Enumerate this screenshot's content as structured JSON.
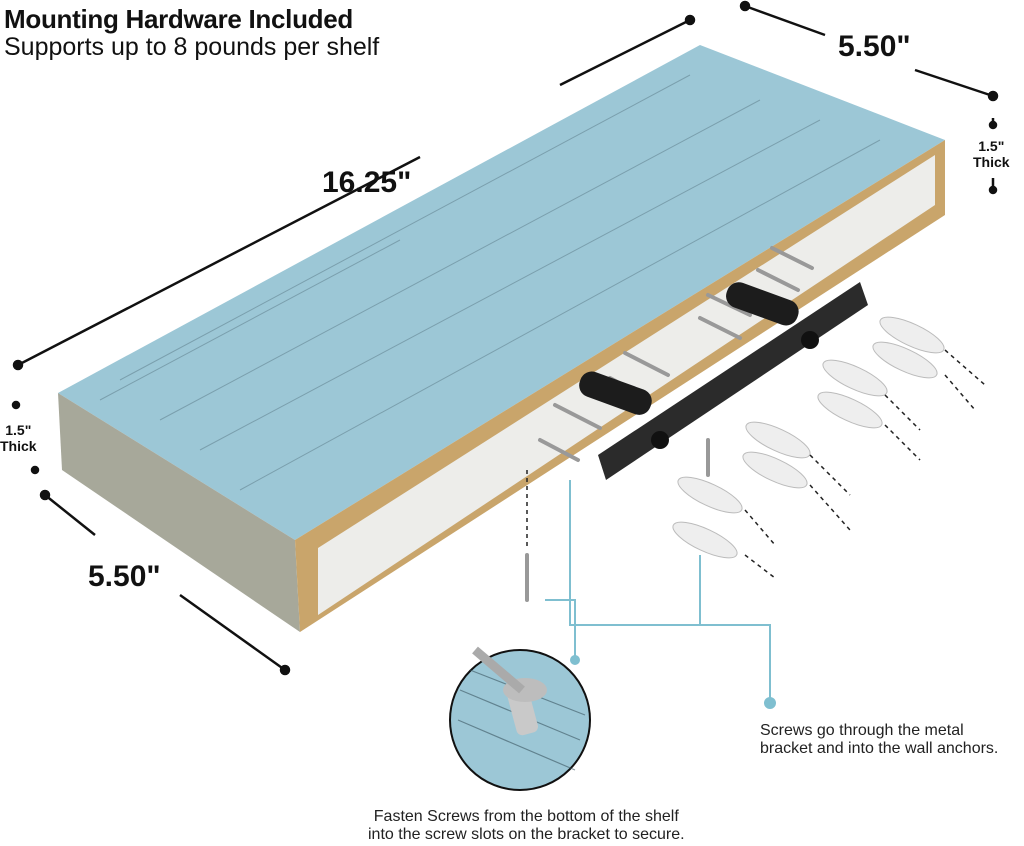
{
  "header": {
    "title": "Mounting Hardware Included",
    "subtitle": "Supports up to 8 pounds per shelf"
  },
  "dimensions": {
    "length": "16.25\"",
    "depth_top": "5.50\"",
    "depth_left": "5.50\"",
    "thickness_right": [
      "1.5\"",
      "Thick"
    ],
    "thickness_left": [
      "1.5\"",
      "Thick"
    ]
  },
  "notes": {
    "bracket": [
      "Screws go through the metal",
      "bracket and into the wall anchors."
    ],
    "bottom": [
      "Fasten Screws from the bottom of the shelf",
      "into the screw slots on the bracket to secure."
    ]
  },
  "colors": {
    "wood_top": "#9cc7d6",
    "accent_line": "#7fbfd0",
    "bracket": "#2b2b2b"
  }
}
